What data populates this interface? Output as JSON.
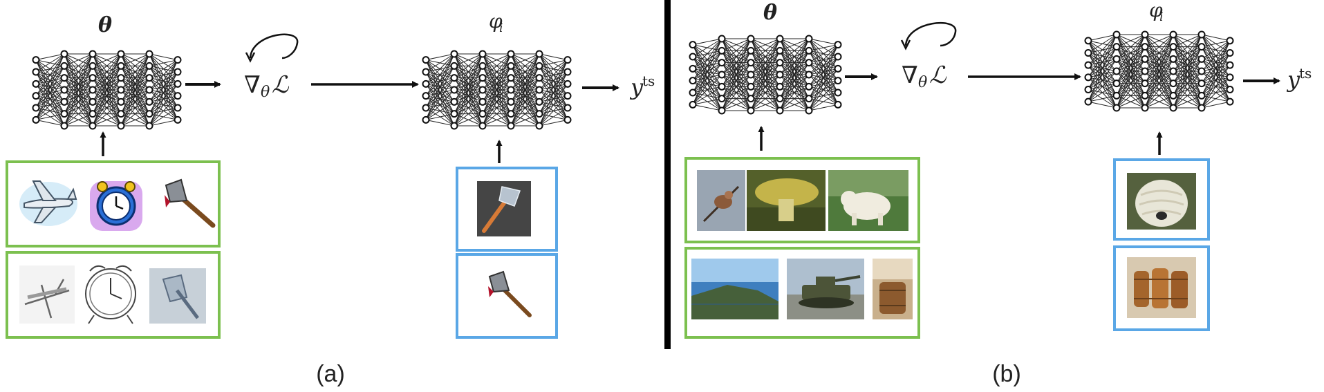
{
  "panels": [
    {
      "id": "a",
      "caption": "(a)",
      "theta_label": "θ",
      "phi_label": "φ",
      "phi_sub": "i",
      "gradient_label": "∇",
      "gradient_sub": "θ",
      "gradient_L": "ℒ",
      "output_label": "y",
      "output_sup": "ts",
      "support_rows": [
        [
          "airplane-clipart",
          "alarm-clock-clipart",
          "axe-clipart"
        ],
        [
          "airplane-sketch",
          "alarm-clock-sketch",
          "axe-sketch"
        ]
      ],
      "query_images": [
        "axe-photo",
        "axe-clipart"
      ]
    },
    {
      "id": "b",
      "caption": "(b)",
      "theta_label": "θ",
      "phi_label": "φ",
      "phi_sub": "i",
      "gradient_label": "∇",
      "gradient_sub": "θ",
      "gradient_L": "ℒ",
      "output_label": "y",
      "output_sup": "ts",
      "support_rows": [
        [
          "bird-photo",
          "mushroom-photo",
          "white-dog-photo"
        ],
        [
          "coastal-cliff-photo",
          "tank-photo",
          "barrel-photo"
        ]
      ],
      "query_images": [
        "shaggy-dog-photo",
        "barrels-photo"
      ]
    }
  ],
  "colors": {
    "support_border": "#7cc04f",
    "query_border": "#5aa7e6",
    "divider": "#000000",
    "network": "#111111"
  }
}
